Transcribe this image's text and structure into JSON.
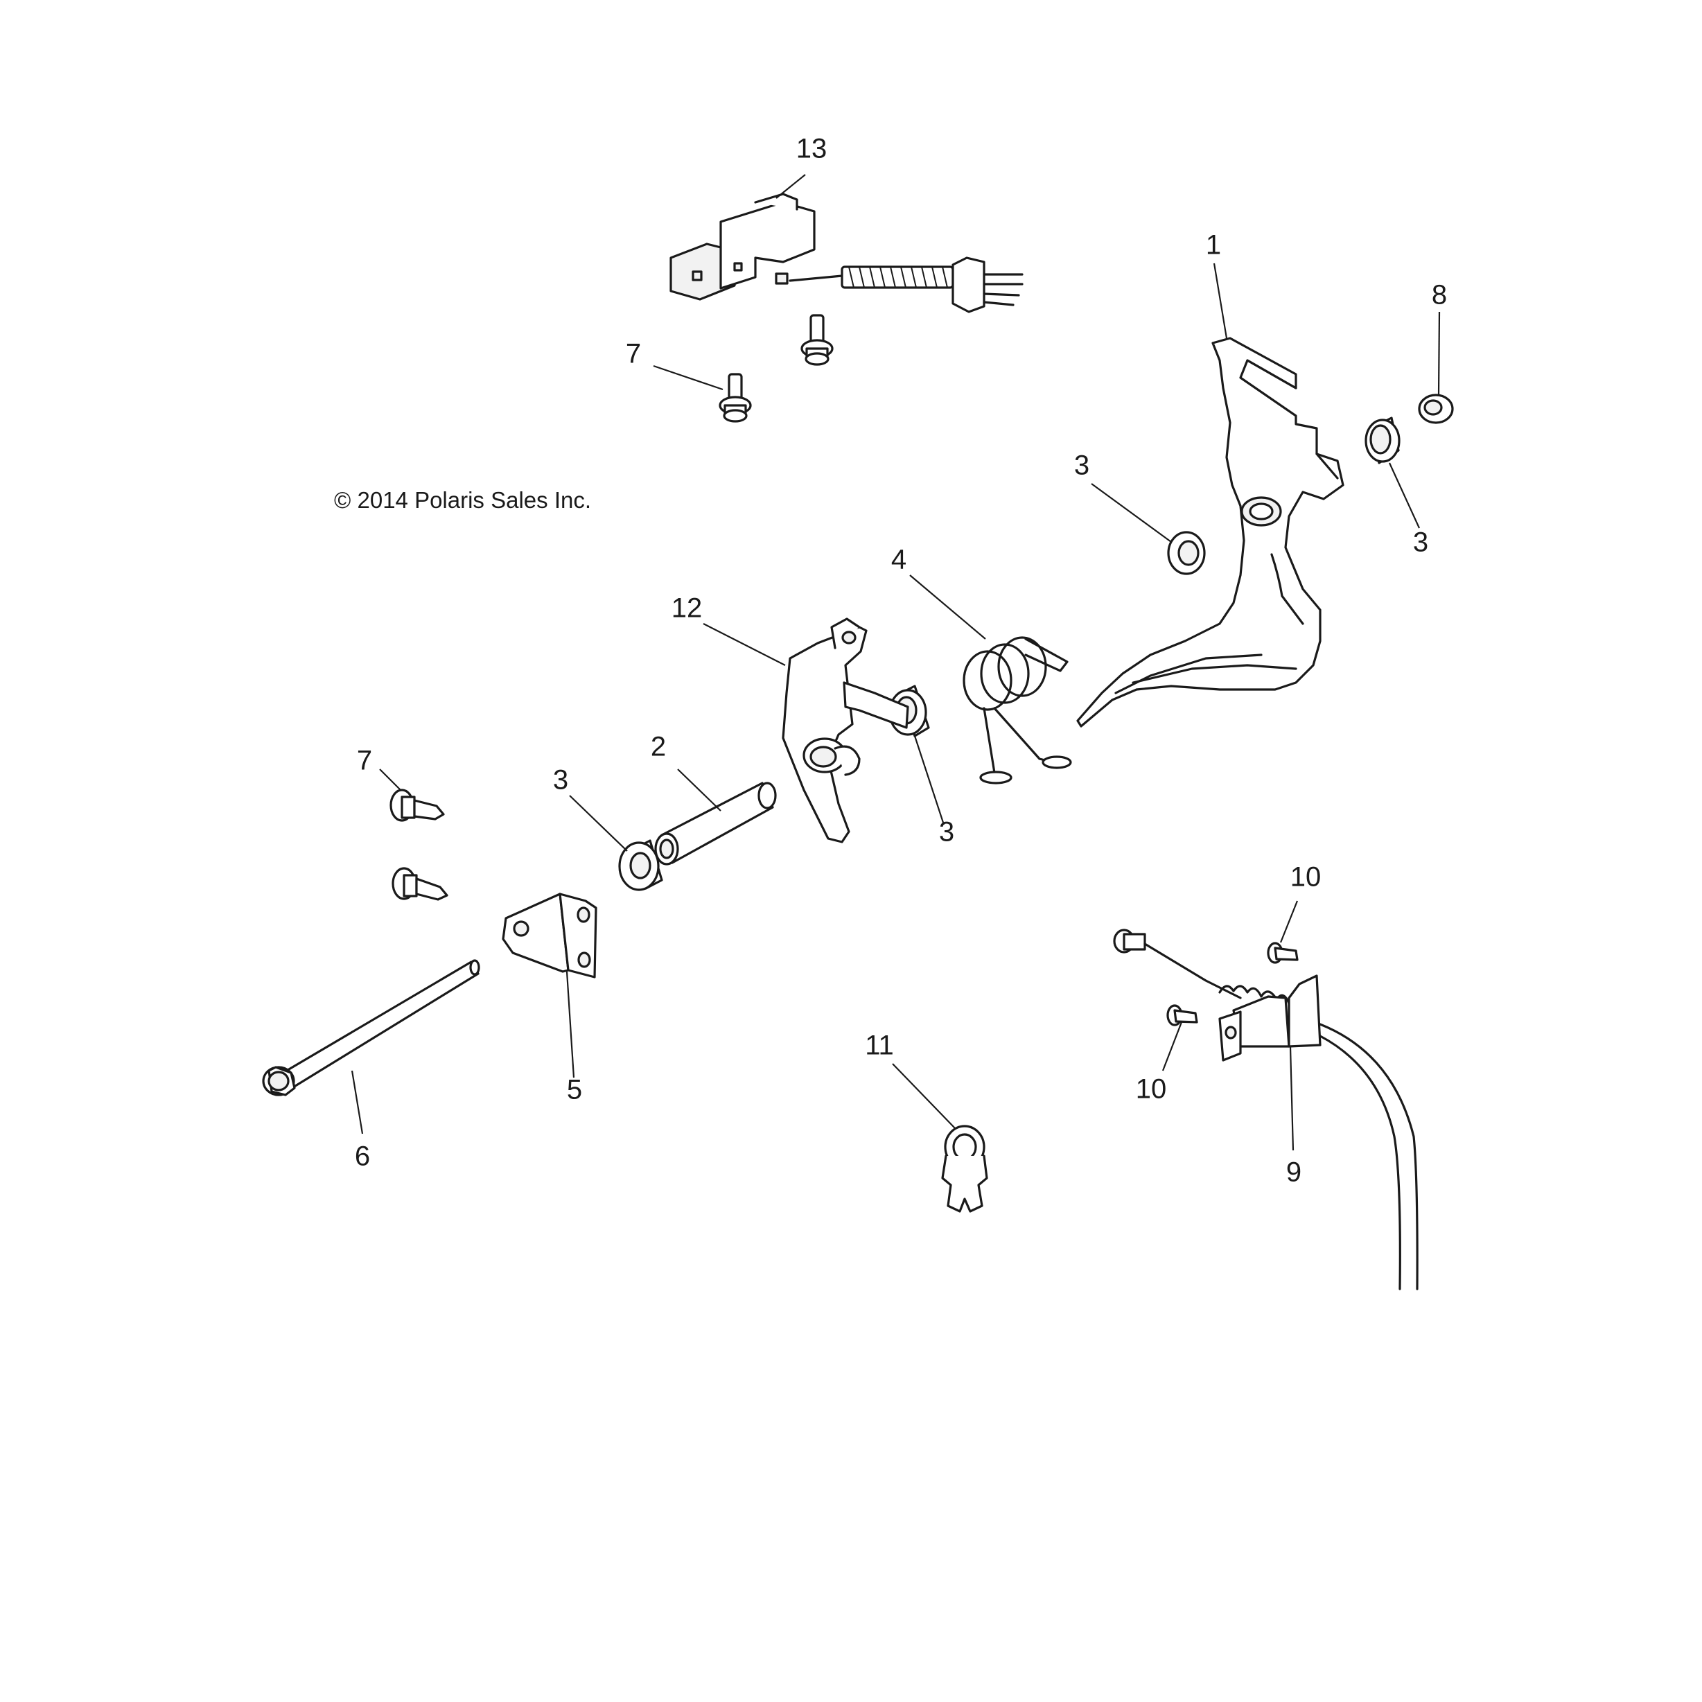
{
  "copyright": "© 2014 Polaris Sales Inc.",
  "callouts": {
    "c13": "13",
    "c1": "1",
    "c8": "8",
    "c7_top": "7",
    "c3_a": "3",
    "c3_b": "3",
    "c4": "4",
    "c12": "12",
    "c2": "2",
    "c7_left": "7",
    "c3_c": "3",
    "c3_d": "3",
    "c10_a": "10",
    "c10_b": "10",
    "c11": "11",
    "c9": "9",
    "c5": "5",
    "c6": "6"
  },
  "colors": {
    "line": "#1a1a1a",
    "background": "#ffffff"
  }
}
